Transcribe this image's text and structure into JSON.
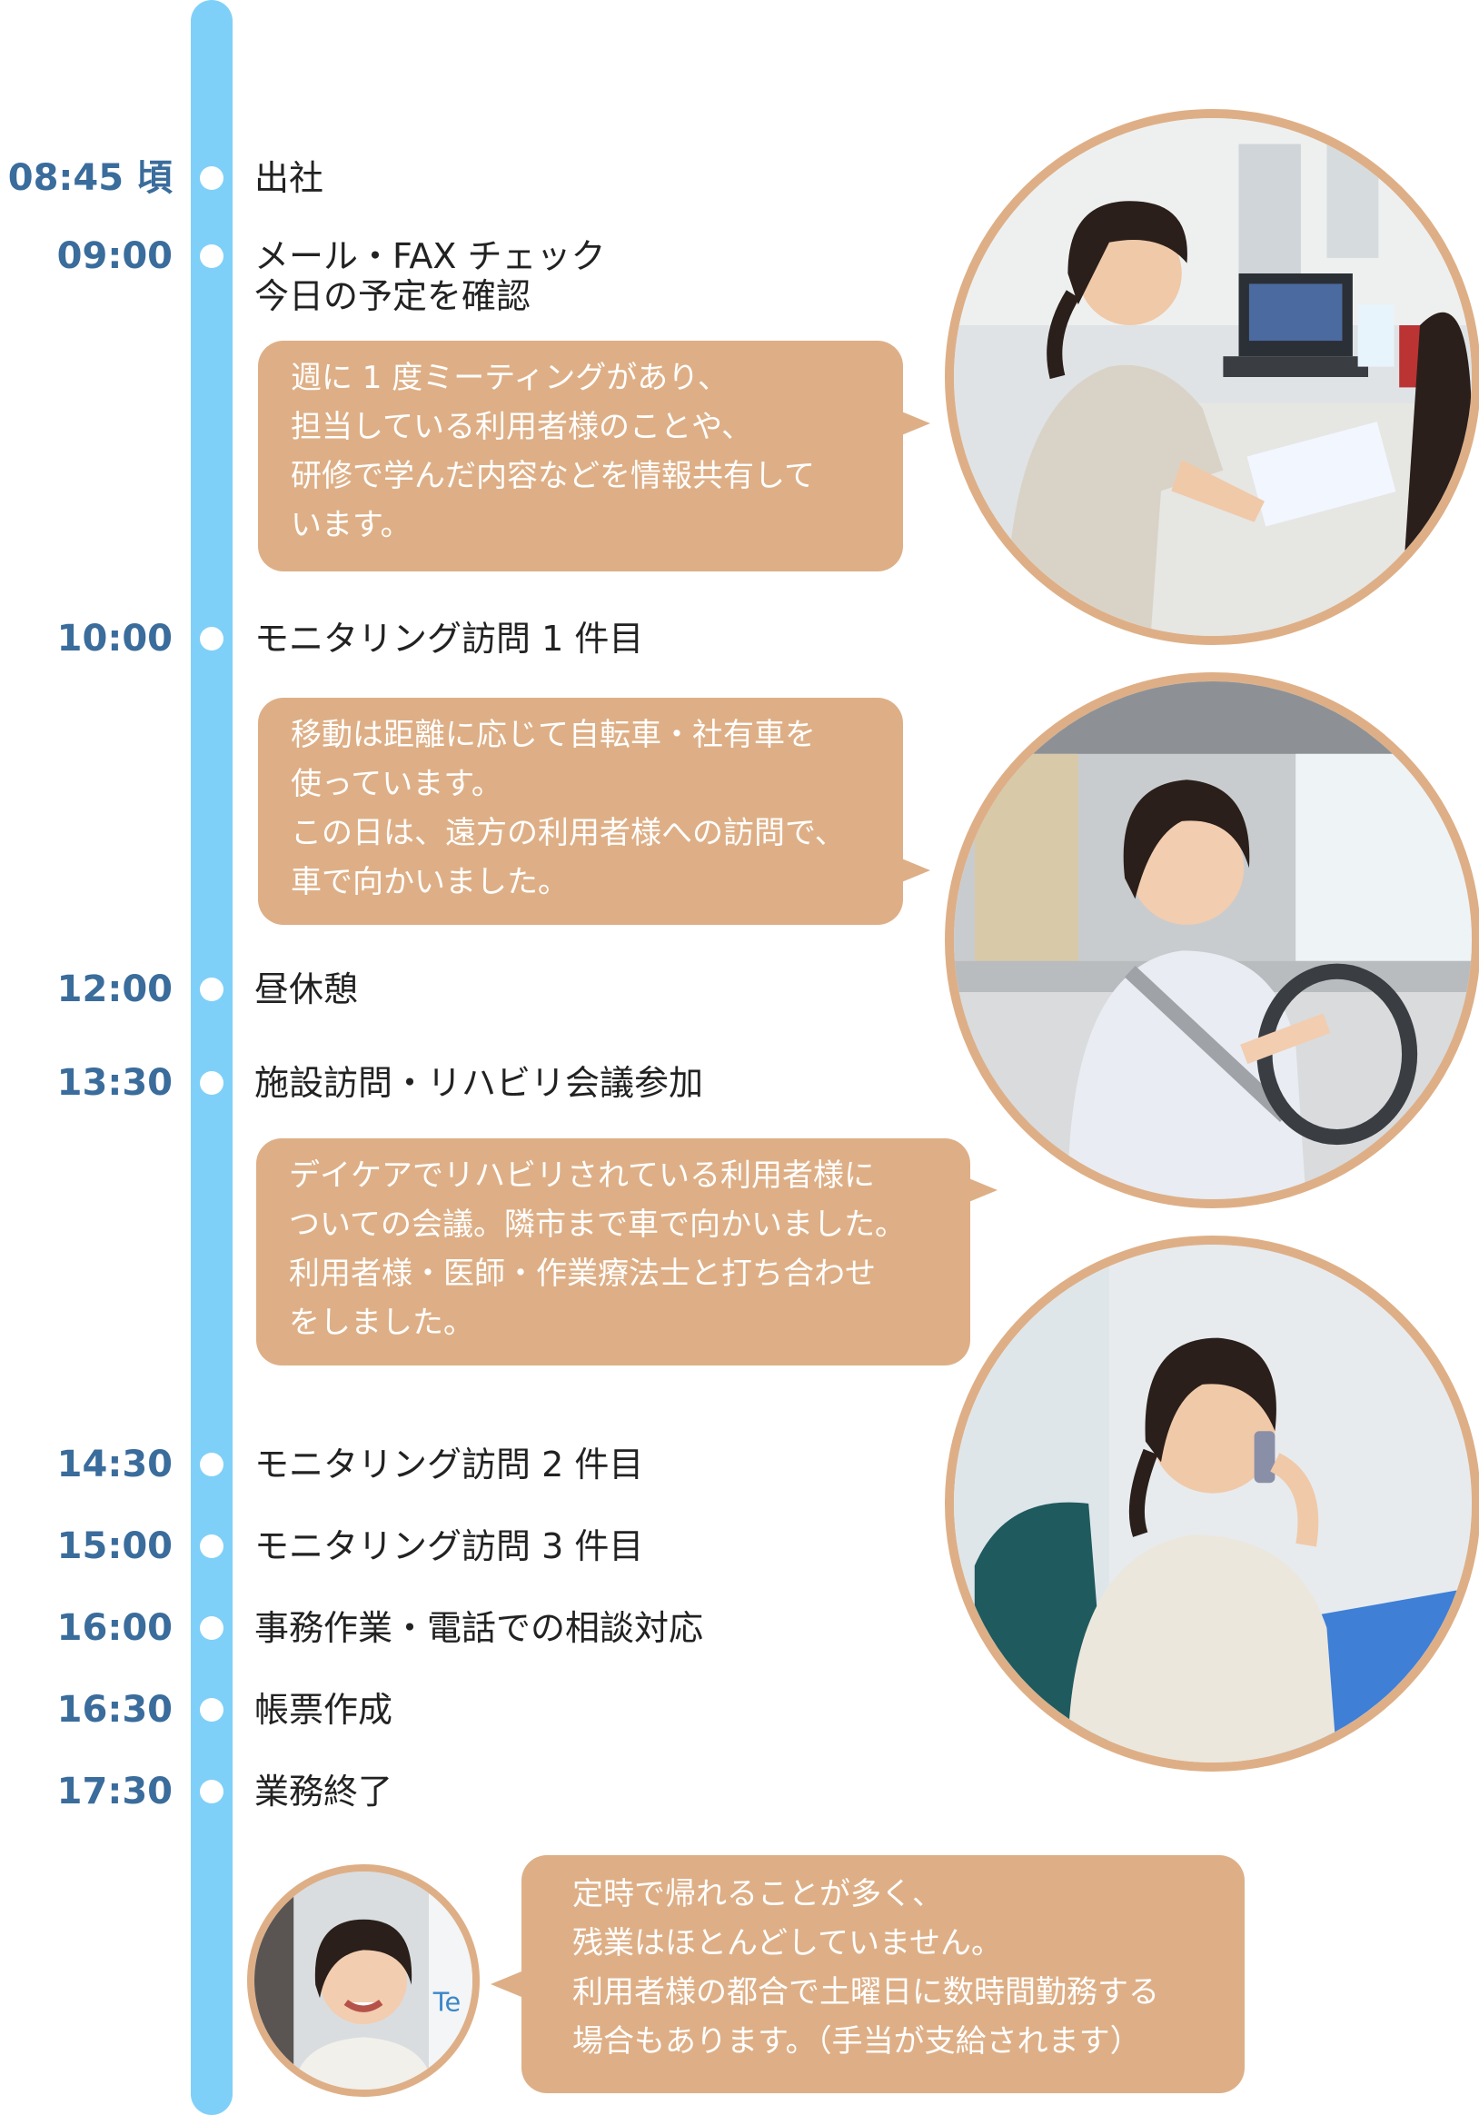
{
  "schedule": [
    {
      "time": "08:45 頃",
      "task": "出社"
    },
    {
      "time": "09:00",
      "task": "メール・FAX チェック",
      "task2": "今日の予定を確認"
    },
    {
      "time": "10:00",
      "task": "モニタリング訪問 1 件目"
    },
    {
      "time": "12:00",
      "task": "昼休憩"
    },
    {
      "time": "13:30",
      "task": "施設訪問・リハビリ会議参加"
    },
    {
      "time": "14:30",
      "task": "モニタリング訪問 2 件目"
    },
    {
      "time": "15:00",
      "task": "モニタリング訪問 3 件目"
    },
    {
      "time": "16:00",
      "task": "事務作業・電話での相談対応"
    },
    {
      "time": "16:30",
      "task": "帳票作成"
    },
    {
      "time": "17:30",
      "task": "業務終了"
    }
  ],
  "notes": [
    {
      "lines": [
        "週に 1 度ミーティングがあり、",
        "担当している利用者様のことや、",
        "研修で学んだ内容などを情報共有して",
        "います。"
      ]
    },
    {
      "lines": [
        "移動は距離に応じて自転車・社有車を",
        "使っています。",
        "この日は、遠方の利用者様への訪問で、",
        "車で向かいました。"
      ]
    },
    {
      "lines": [
        "デイケアでリハビリされている利用者様に",
        "ついての会議。隣市まで車で向かいました。",
        "利用者様・医師・作業療法士と打ち合わせ",
        "をしました。"
      ]
    },
    {
      "lines": [
        "定時で帰れることが多く、",
        "残業はほとんどしていません。",
        "利用者様の都合で土曜日に数時間勤務する",
        "場合もあります。（手当が支給されます）"
      ]
    }
  ],
  "colors": {
    "rail": "#7fd0f8",
    "time": "#3a6c9c",
    "bubble": "#deaf86"
  }
}
